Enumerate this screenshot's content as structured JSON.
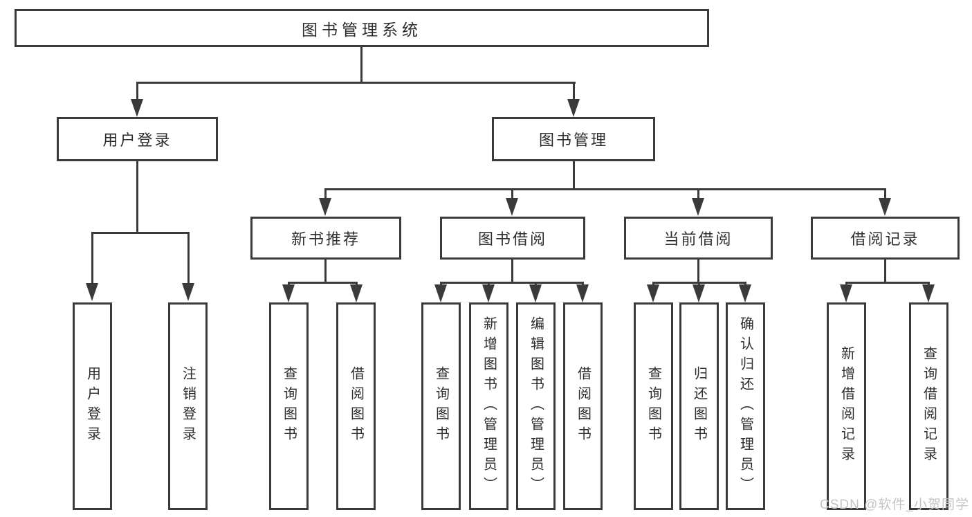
{
  "root": {
    "label": "图书管理系统"
  },
  "branches": {
    "user_login": {
      "label": "用户登录",
      "children": {
        "login": {
          "label": "用户登录"
        },
        "logout": {
          "label": "注销登录"
        }
      }
    },
    "book_mgmt": {
      "label": "图书管理",
      "children": {
        "new_book_rec": {
          "label": "新书推荐",
          "children": {
            "query_books": {
              "label": "查询图书"
            },
            "borrow_books": {
              "label": "借阅图书"
            }
          }
        },
        "book_borrow": {
          "label": "图书借阅",
          "children": {
            "query_books": {
              "label": "查询图书"
            },
            "add_books": {
              "label": "新增图书（管理员）"
            },
            "edit_books": {
              "label": "编辑图书（管理员）"
            },
            "borrow_books": {
              "label": "借阅图书"
            }
          }
        },
        "current_borrow": {
          "label": "当前借阅",
          "children": {
            "query_books": {
              "label": "查询图书"
            },
            "return_books": {
              "label": "归还图书"
            },
            "confirm_return": {
              "label": "确认归还（管理员）"
            }
          }
        },
        "borrow_records": {
          "label": "借阅记录",
          "children": {
            "add_record": {
              "label": "新增借阅记录"
            },
            "query_record": {
              "label": "查询借阅记录"
            }
          }
        }
      }
    }
  },
  "watermark": {
    "text": "CSDN @软件_小贺同学"
  },
  "colors": {
    "line": "#3a3a3a",
    "text": "#2d2d2d",
    "watermark": "#c5c5c5",
    "background": "#ffffff"
  }
}
